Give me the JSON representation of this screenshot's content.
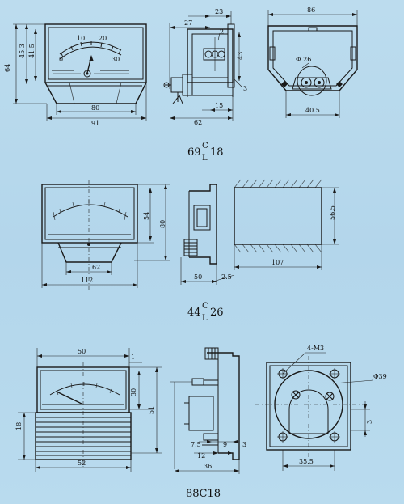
{
  "models": [
    {
      "id": "69C18",
      "title_main": "69",
      "title_upper": "C",
      "title_lower": "L",
      "title_tail": "18",
      "scale_labels": [
        "0",
        "10",
        "20",
        "30"
      ],
      "dims": {
        "front_w_inner": "80",
        "front_w_outer": "91",
        "h_outer": "64",
        "h_mid": "45.3",
        "h_inner": "41.5",
        "side_top_a": "27",
        "side_top_b": "23",
        "side_h": "43",
        "side_bottom_a": "62",
        "side_bottom_b": "15",
        "side_callout_2": "2",
        "side_callout_3": "3",
        "back_w": "86",
        "back_bottom": "40.5",
        "back_hole": "Φ 26"
      }
    },
    {
      "id": "44C26",
      "title_main": "44",
      "title_upper": "C",
      "title_lower": "L",
      "title_tail": "26",
      "dims": {
        "front_h_inner": "54",
        "front_h_outer": "80",
        "front_w_inner": "62",
        "front_w_outer": "112",
        "side_depth": "50",
        "side_flange": "2.5",
        "box_w": "107",
        "box_h": "56.5"
      }
    },
    {
      "id": "88C18",
      "title": "88C18",
      "dims": {
        "front_w": "50",
        "front_top": "1",
        "front_h_inner": "30",
        "front_h_outer": "51",
        "front_left_h": "18",
        "front_bottom": "52",
        "side_a": "7.5",
        "side_b": "9",
        "side_c": "3",
        "side_d": "12",
        "side_depth": "36",
        "back_screws": "4-M3",
        "back_hole": "Φ39",
        "back_w": "35.5",
        "back_offset": "3"
      }
    }
  ]
}
